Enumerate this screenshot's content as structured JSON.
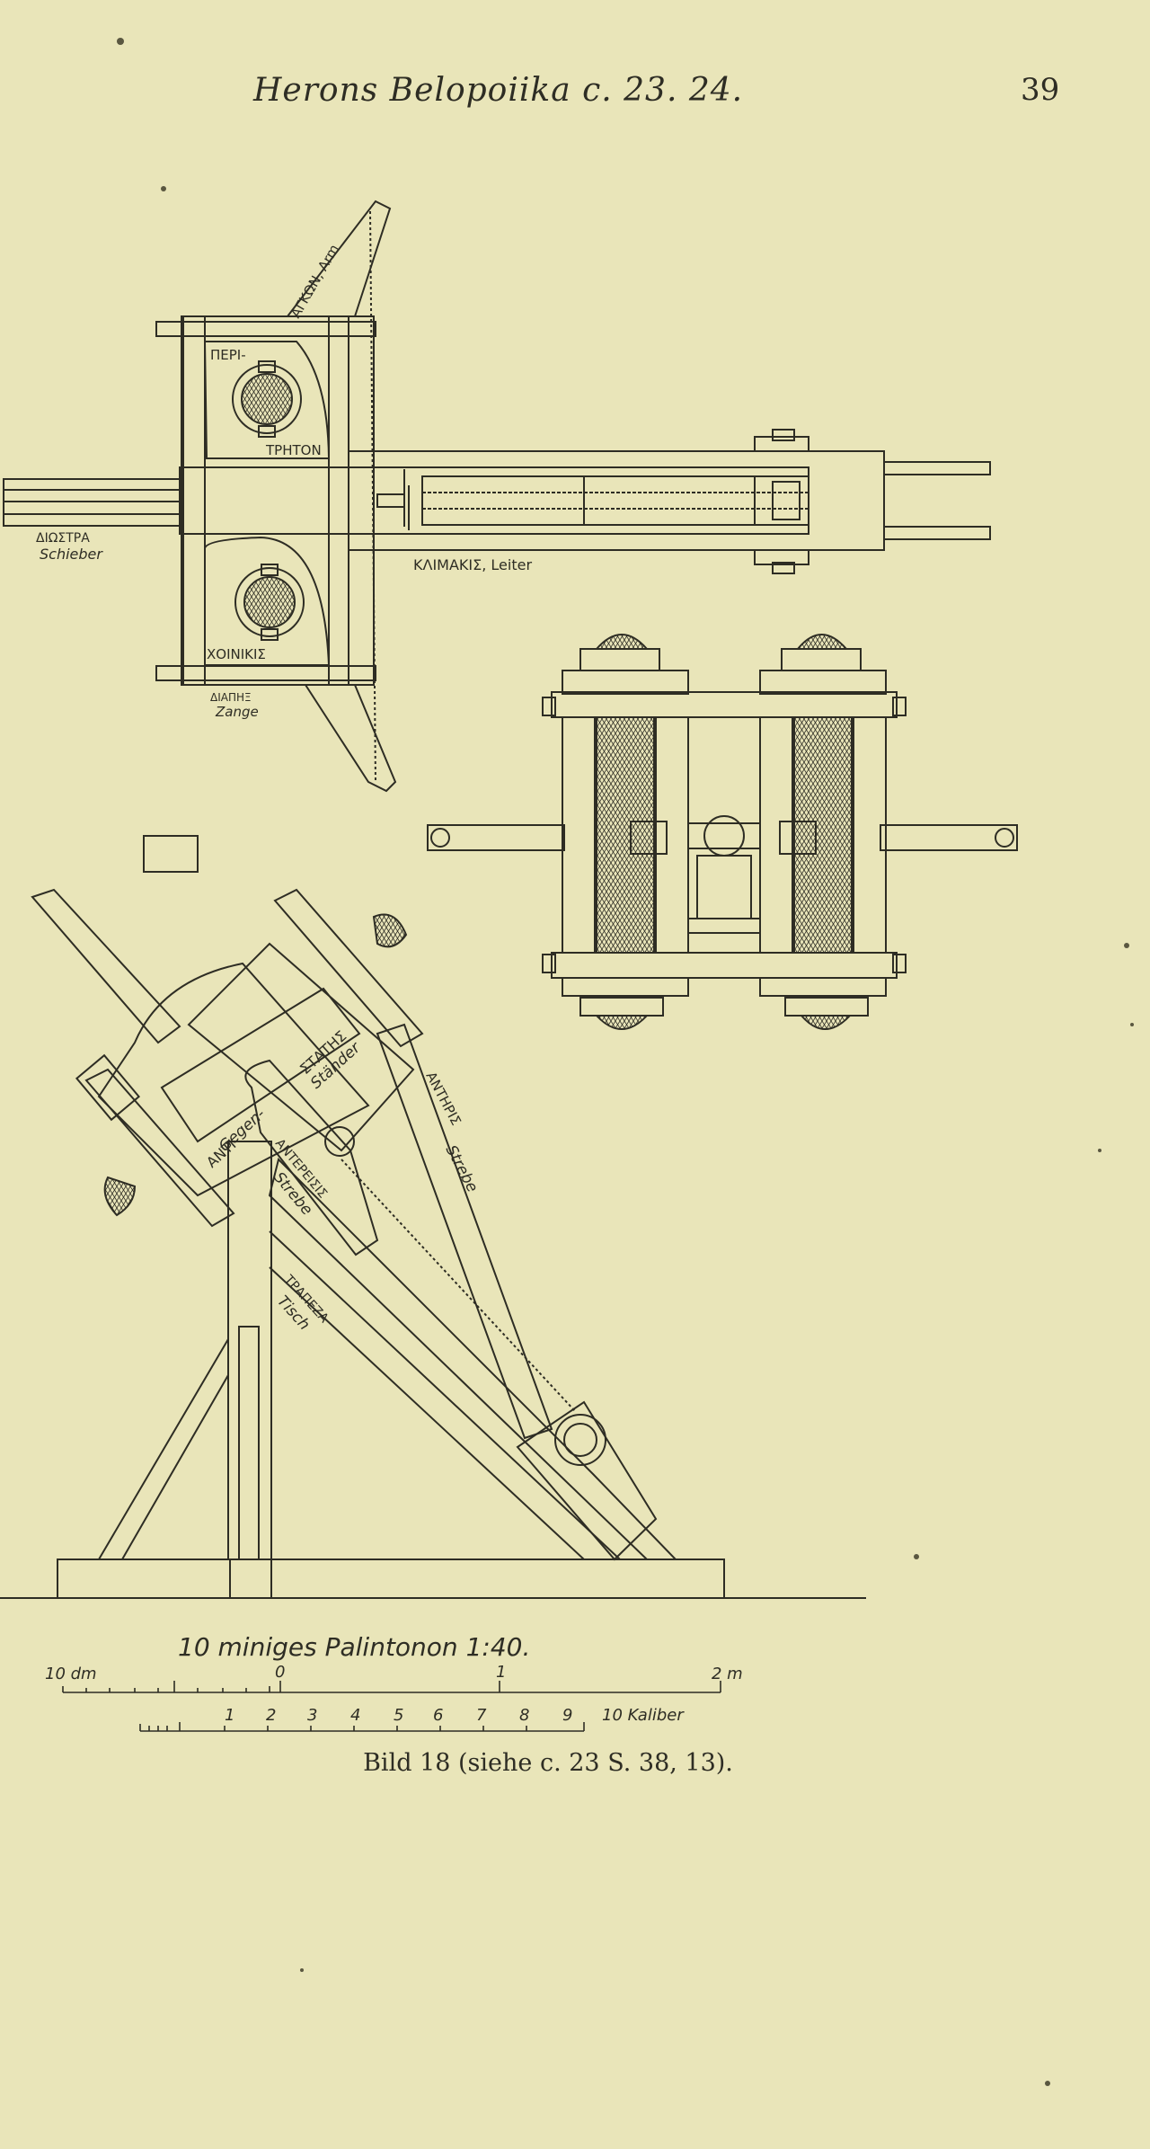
{
  "header": {
    "running_title": "Herons Belopoiika c. 23. 24.",
    "page_number": "39"
  },
  "labels": {
    "arm": "ΑΓΚΩΝ, Arm",
    "peritreton_top": "ΠΕΡΙ-",
    "peritreton_bottom": "ΤΡΗΤΟΝ",
    "choinikis": "ΧΟΙΝΙΚΙΣ",
    "diostra_gr": "ΔΙΩΣΤΡΑ",
    "diostra_de": "Schieber",
    "klimakis": "ΚΛΙΜΑΚΙΣ, Leiter",
    "diapegi_gr": "ΔΙΑΠΗΞ",
    "diapegi_de": "Zange",
    "statis_gr": "ΣΤΑΤΗΣ",
    "statis_de": "Ständer",
    "anti_gr": "ΑΝΤΙ-",
    "anti_de": "Gegen-",
    "antereisis_gr": "ΑΝΤΕΡΕΙΣΙΣ",
    "antereisis_de": "Strebe",
    "anteris_gr": "ΑΝΤΗΡΙΣ",
    "anteris_de": "Strebe",
    "trapeza_gr": "ΤΡΑΠΕΖΑ",
    "trapeza_de": "Tisch"
  },
  "scale": {
    "title": "10 miniges Palintonon 1:40.",
    "dm_label": "10 dm",
    "zero": "0",
    "one": "1",
    "two": "2 m",
    "calibers": [
      "1",
      "2",
      "3",
      "4",
      "5",
      "6",
      "7",
      "8",
      "9"
    ],
    "kaliber_label": "10 Kaliber"
  },
  "caption": "Bild 18 (siehe c. 23 S. 38, 13)."
}
